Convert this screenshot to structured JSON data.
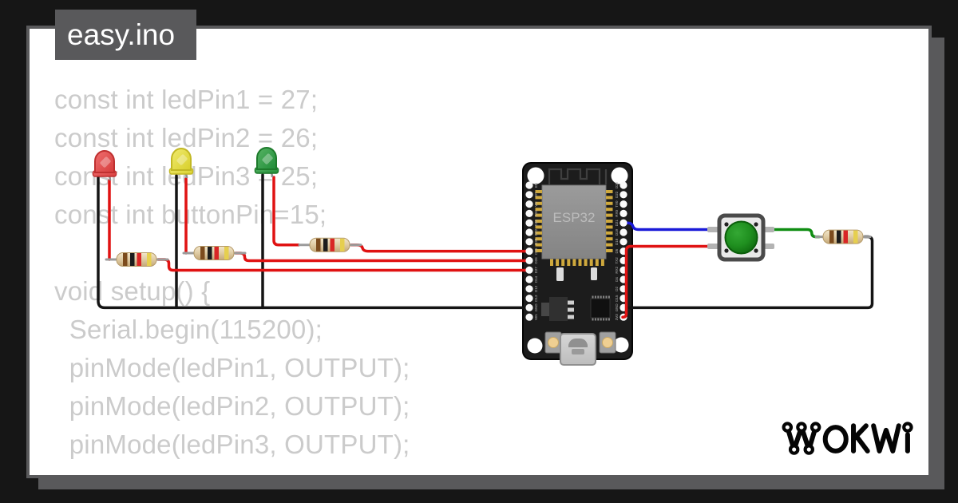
{
  "frame": {
    "background": "#161616",
    "shadow_color": "#59595b",
    "paper_color": "#ffffff"
  },
  "tab": {
    "label": "easy.ino"
  },
  "code": {
    "color": "#cbcbcb",
    "lines": [
      "const int ledPin1 = 27;",
      "const int ledPin2 = 26;",
      "const int ledPin3 = 25;",
      "const int buttonPin=15;",
      "",
      "void setup() {",
      "  Serial.begin(115200);",
      "  pinMode(ledPin1, OUTPUT);",
      "  pinMode(ledPin2, OUTPUT);",
      "  pinMode(ledPin3, OUTPUT);"
    ]
  },
  "logo": {
    "text": "WOKWI"
  },
  "circuit": {
    "board": {
      "label": "ESP32",
      "left_pins": [
        "EN",
        "VP",
        "VN",
        "D34",
        "D35",
        "D32",
        "D33",
        "D25",
        "D26",
        "D27",
        "D14",
        "D12",
        "D13",
        "GND",
        "VIN"
      ],
      "right_pins": [
        "D23",
        "D22",
        "TX0",
        "RX0",
        "D21",
        "D19",
        "D18",
        "D5",
        "TX2",
        "RX2",
        "D4",
        "D2",
        "D15",
        "GND",
        "3V3"
      ]
    },
    "leds": [
      {
        "color_name": "red"
      },
      {
        "color_name": "yellow"
      },
      {
        "color_name": "green"
      }
    ],
    "resistors": [
      {
        "bands": [
          "brown",
          "black",
          "red",
          "gold"
        ]
      },
      {
        "bands": [
          "brown",
          "black",
          "red",
          "gold"
        ]
      },
      {
        "bands": [
          "brown",
          "black",
          "red",
          "gold"
        ]
      },
      {
        "bands": [
          "brown",
          "black",
          "red",
          "gold"
        ]
      }
    ],
    "pushbutton": {
      "cap_color": "#1f8f1f"
    },
    "wire_colors": {
      "red": "#e01212",
      "black": "#141414",
      "blue": "#1a1ad8",
      "green": "#0f8d12"
    }
  }
}
